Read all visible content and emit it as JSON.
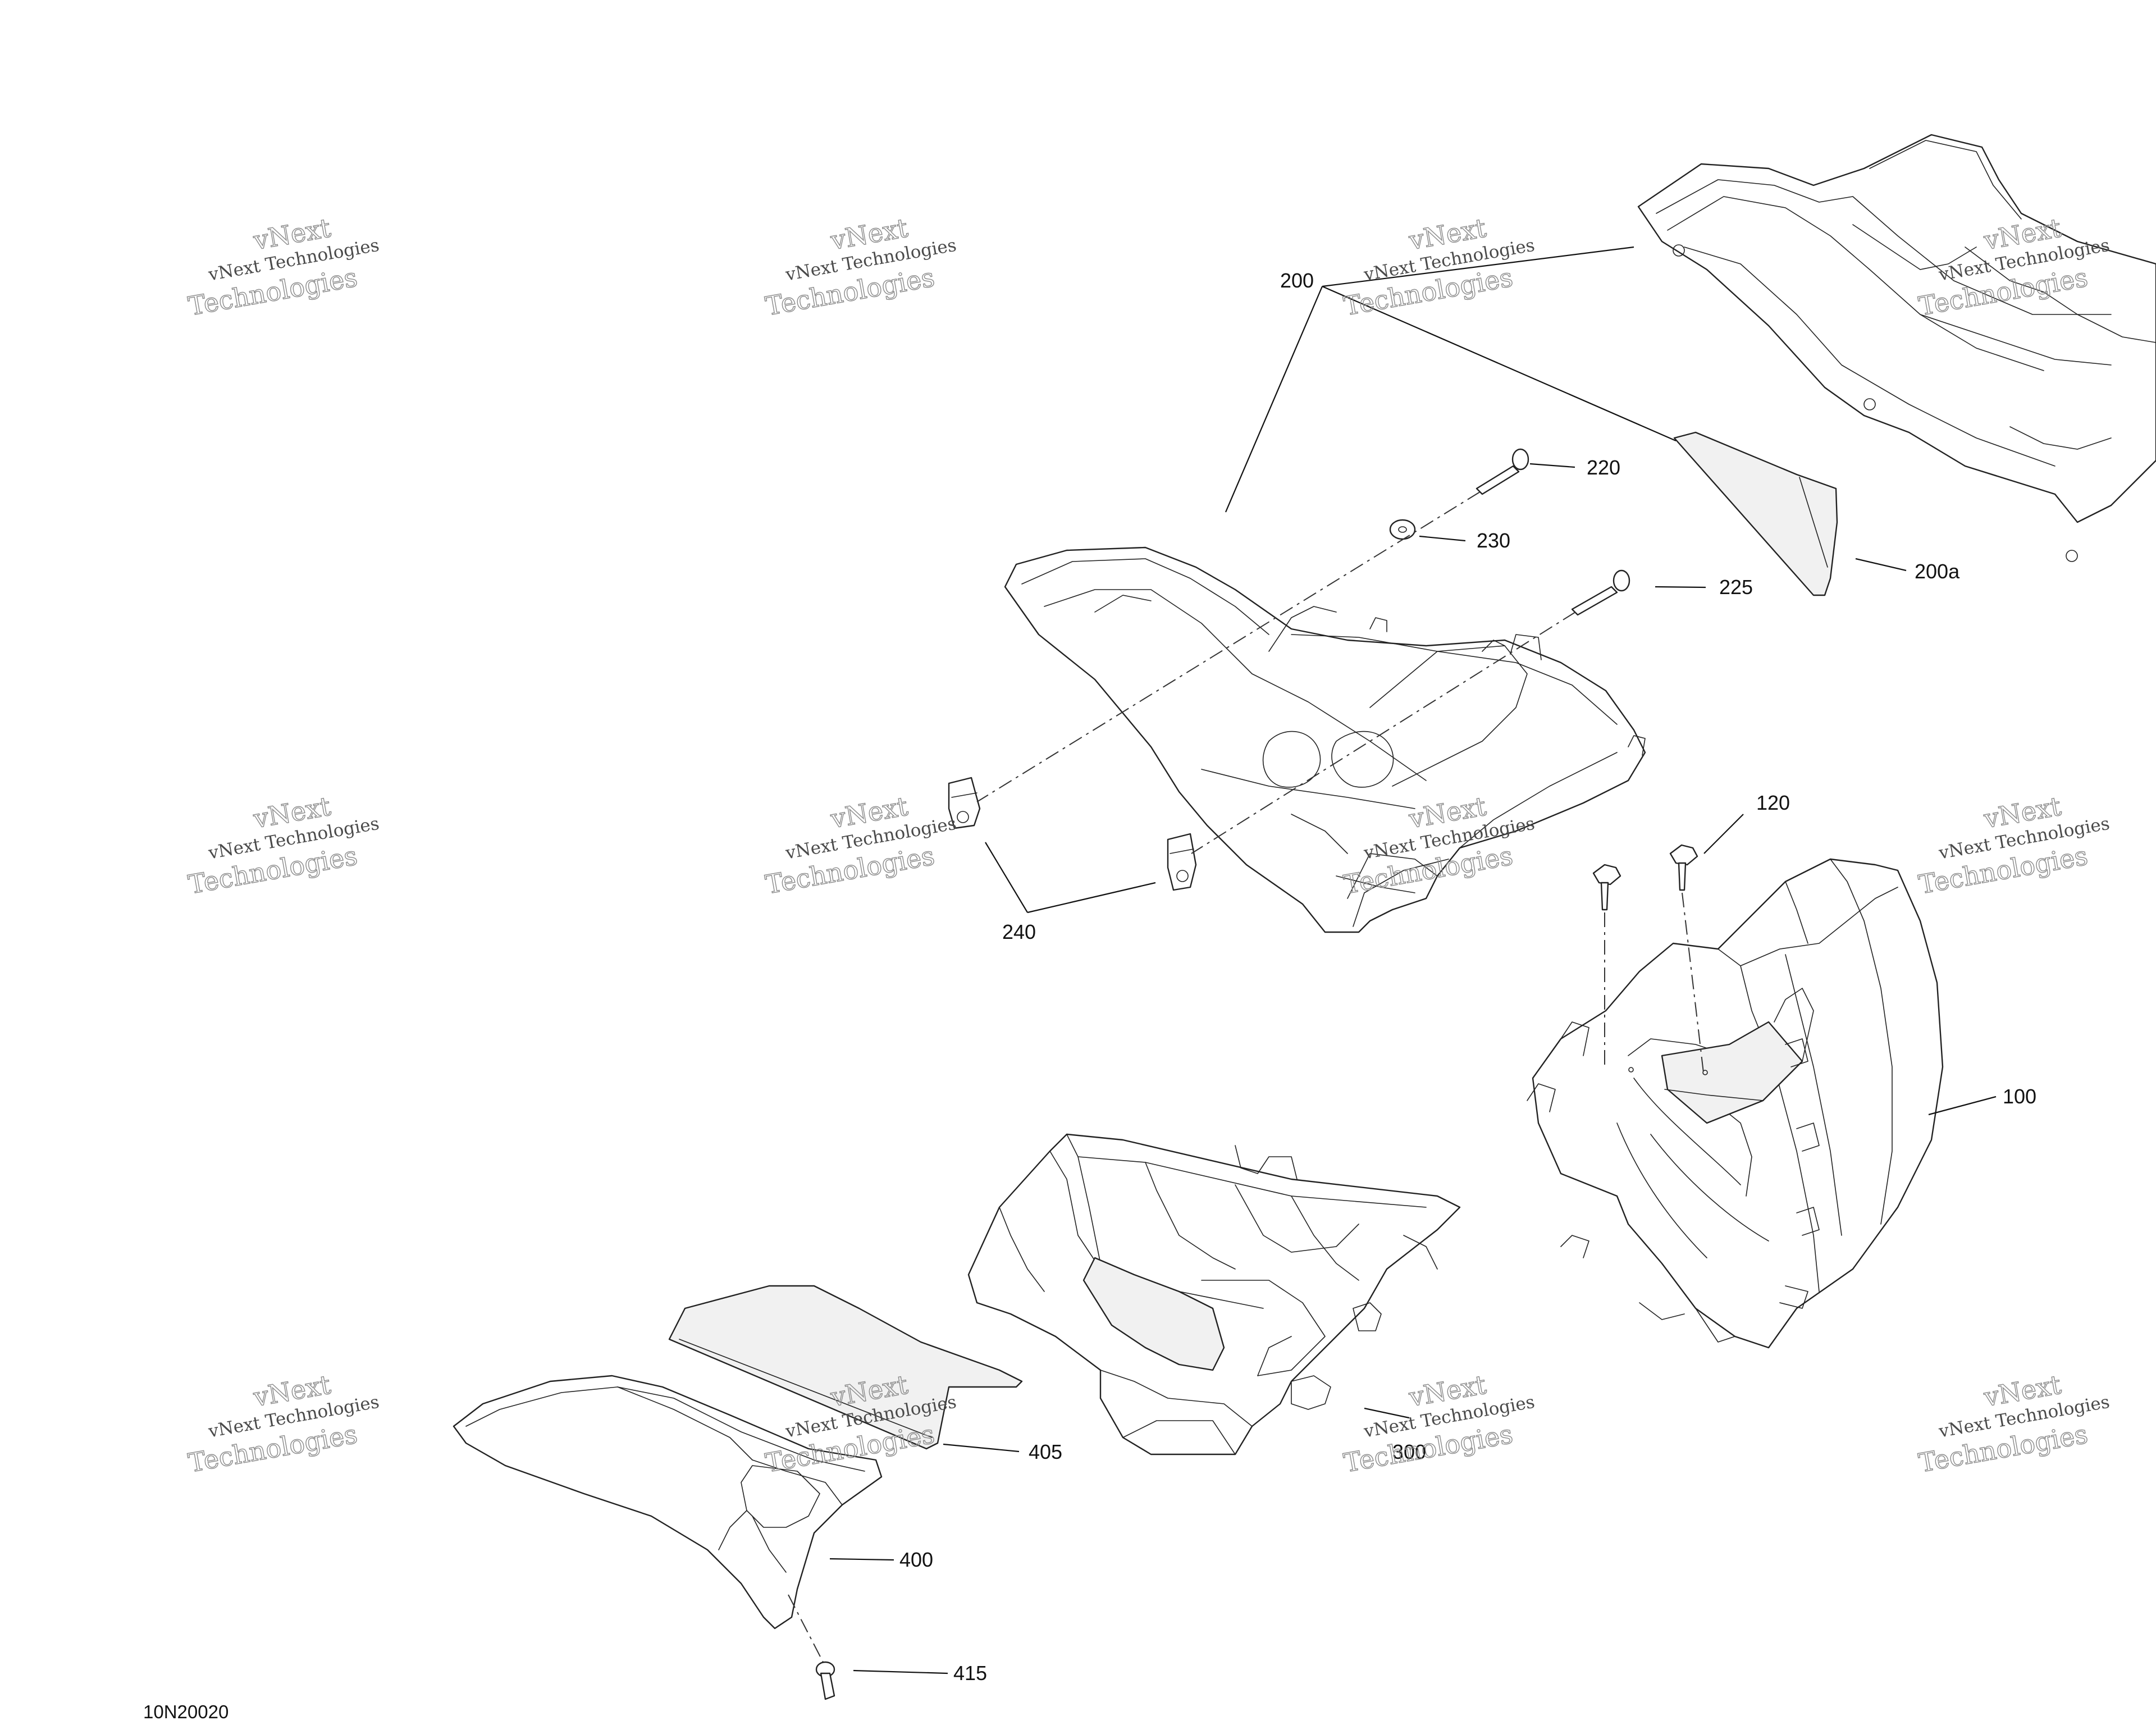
{
  "diagram": {
    "figure_ref": "10N20020",
    "callouts": {
      "p100": "100",
      "p120": "120",
      "p200": "200",
      "p200a": "200a",
      "p220": "220",
      "p225": "225",
      "p230": "230",
      "p240": "240",
      "p300": "300",
      "p400": "400",
      "p405": "405",
      "p415": "415"
    },
    "watermark": {
      "line1": "vNext Technologies",
      "line2": "Technologies",
      "overlay": "vNext"
    }
  }
}
